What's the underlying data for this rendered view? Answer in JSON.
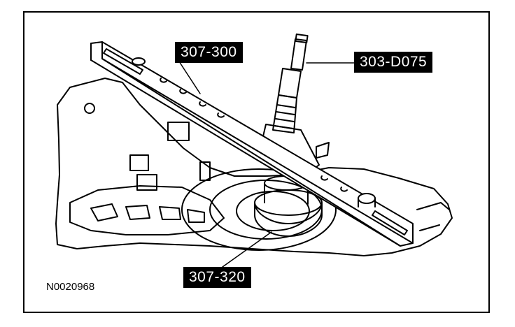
{
  "figure_id": "N0020968",
  "callouts": {
    "bar_tool": "307-300",
    "gauge_tool": "303-D075",
    "pilot_tool": "307-320"
  },
  "colors": {
    "ink": "#000000",
    "paper": "#ffffff",
    "label_bg": "#000000",
    "label_text": "#ffffff"
  }
}
